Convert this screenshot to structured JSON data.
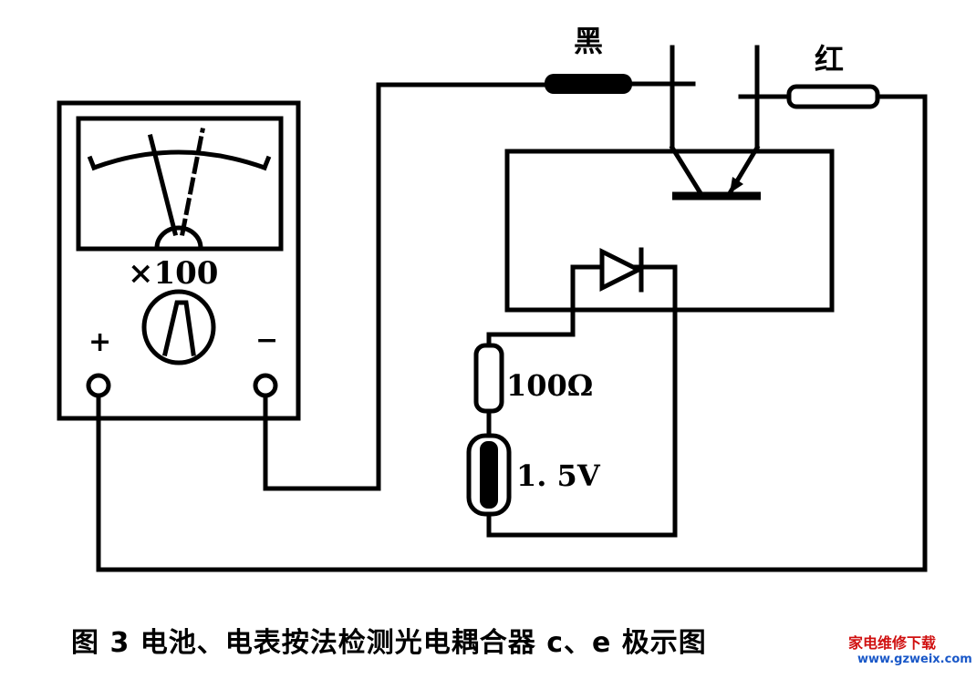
{
  "labels": {
    "black_lead": "黑",
    "red_lead": "红",
    "range": "×100",
    "plus": "+",
    "minus": "−",
    "resistor": "100Ω",
    "battery": "1. 5V"
  },
  "caption": "图 3  电池、电表按法检测光电耦合器 c、e 极示图",
  "watermark": {
    "text": "家电维修下载",
    "url": "www.gzweix.com"
  }
}
